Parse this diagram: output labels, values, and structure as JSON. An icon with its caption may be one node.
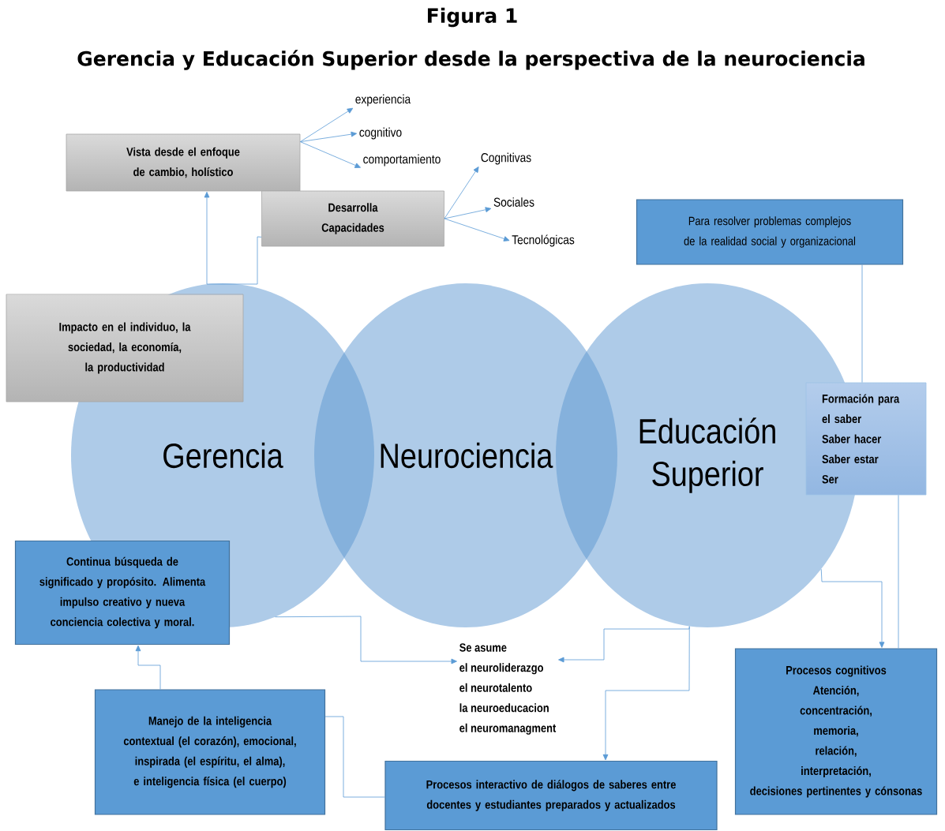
{
  "diagram": {
    "title": "Gerencia y Educación Superior desde la perspectiva de la neurociencia",
    "nodes": [
      {
        "text": [
          "Gerencia"
        ]
      },
      {
        "text": [
          "Neurociencia"
        ]
      },
      {
        "text": [
          "Educación Superior"
        ]
      },
      {
        "text": [
          "Vista desde el enfoque de cambio, holístico"
        ]
      },
      {
        "text": [
          "experiencia"
        ]
      },
      {
        "text": [
          "cognitivo"
        ]
      },
      {
        "text": [
          "comportamiento"
        ]
      },
      {
        "text": [
          "Desarrolla Capacidades"
        ]
      },
      {
        "text": [
          "Cognitivas"
        ]
      },
      {
        "text": [
          "Sociales"
        ]
      },
      {
        "text": [
          "Tecnológicas"
        ]
      },
      {
        "text": [
          "Para resolver problemas complejos de la realidad social y organizacional"
        ]
      },
      {
        "text": [
          "Impacto en el individuo, la sociedad, la economía, la productividad"
        ]
      },
      {
        "text": [
          "Formación para el saber",
          "Saber hacer",
          "Saber estar",
          "Ser"
        ]
      },
      {
        "text": [
          "Continua búsqueda de significado y propósito. Alimenta impulso creativo y nueva conciencia colectiva y moral."
        ]
      },
      {
        "text": [
          "Se asume",
          "el neuroliderazgo",
          "el neurotalento",
          "la neuroeducacion",
          "el neuromanagment"
        ]
      },
      {
        "text": [
          "Manejo de la inteligencia contextual (el corazón), emocional,",
          "inspirada (el espíritu, el alma), e inteligencia física (el cuerpo)"
        ]
      },
      {
        "text": [
          "Procesos interactivo de diálogos de saberes entre docentes y estudiantes preparados y actualizados"
        ]
      },
      {
        "text": [
          "Procesos cognitivos",
          "Atención,",
          "concentración,",
          "memoria,",
          "relación,",
          "interpretación,",
          "decisiones pertinentes y cónsonas"
        ]
      }
    ],
    "edges": [
      {
        "from": 3,
        "to": 4,
        "arrow": "to"
      },
      {
        "from": 3,
        "to": 5,
        "arrow": "to"
      },
      {
        "from": 3,
        "to": 6,
        "arrow": "to"
      },
      {
        "from": 7,
        "to": 8,
        "arrow": "to"
      },
      {
        "from": 7,
        "to": 9,
        "arrow": "to"
      },
      {
        "from": 7,
        "to": 10,
        "arrow": "to"
      },
      {
        "from": 7,
        "to": 3,
        "arrow": "to"
      },
      {
        "from": 0,
        "to": 15,
        "arrow": "to"
      },
      {
        "from": 2,
        "to": 15,
        "arrow": "to"
      },
      {
        "from": 2,
        "to": 17,
        "arrow": "to"
      },
      {
        "from": 16,
        "to": 14,
        "arrow": "to"
      },
      {
        "from": 16,
        "to": 17,
        "arrow": "none"
      },
      {
        "from": 11,
        "to": 13,
        "arrow": "none"
      },
      {
        "from": 13,
        "to": 18,
        "arrow": "none"
      },
      {
        "from": 2,
        "to": 18,
        "arrow": "to"
      }
    ],
    "labels": [
      "Figura 1"
    ]
  }
}
